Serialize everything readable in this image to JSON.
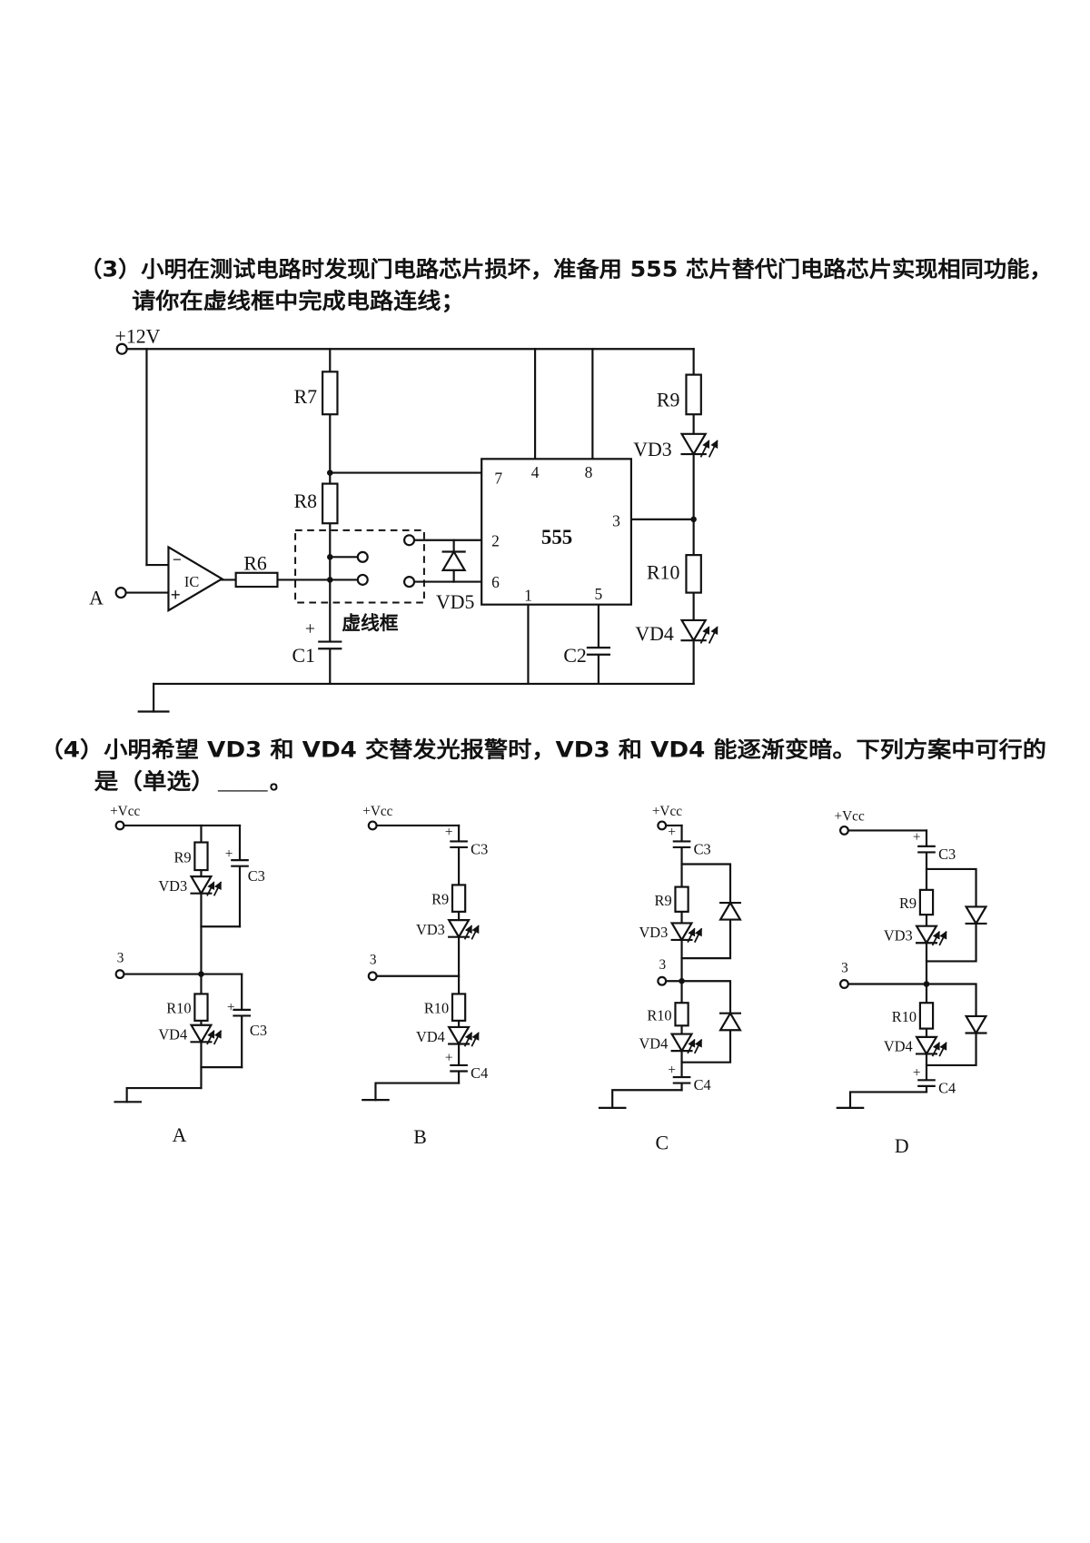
{
  "q3": {
    "line1": "（3）小明在测试电路时发现门电路芯片损坏，准备用 555 芯片替代门电路芯片实现相同功能，",
    "line2": "请你在虚线框中完成电路连线；"
  },
  "circuit": {
    "supply": "+12V",
    "input": "A",
    "opamp": "IC",
    "opamp_minus": "−",
    "opamp_plus": "+",
    "r6": "R6",
    "r7": "R7",
    "r8": "R8",
    "r9": "R9",
    "r10": "R10",
    "c1": "C1",
    "c1_plus": "+",
    "c2": "C2",
    "vd3": "VD3",
    "vd4": "VD4",
    "vd5": "VD5",
    "dashed_box": "虚线框",
    "chip": "555",
    "pins": {
      "p7": "7",
      "p4": "4",
      "p8": "8",
      "p2": "2",
      "p3": "3",
      "p6": "6",
      "p1": "1",
      "p5": "5"
    }
  },
  "q4": {
    "line1": "（4）小明希望 VD3 和 VD4 交替发光报警时，VD3 和 VD4 能逐渐变暗。下列方案中可行的",
    "line2": "是（单选）",
    "blank": "____",
    "end": "。"
  },
  "options": [
    {
      "label": "A",
      "vcc": "+Vcc",
      "terminal": "3",
      "r_top": "R9",
      "led_top": "VD3",
      "r_bot": "R10",
      "led_bot": "VD4",
      "cap_top": "C3",
      "cap_bot": "C3",
      "plus": "+"
    },
    {
      "label": "B",
      "vcc": "+Vcc",
      "terminal": "3",
      "r_top": "R9",
      "led_top": "VD3",
      "r_bot": "R10",
      "led_bot": "VD4",
      "cap_top": "C3",
      "cap_bot": "C4",
      "plus": "+"
    },
    {
      "label": "C",
      "vcc": "+Vcc",
      "terminal": "3",
      "r_top": "R9",
      "led_top": "VD3",
      "r_bot": "R10",
      "led_bot": "VD4",
      "cap_top": "C3",
      "cap_bot": "C4",
      "plus": "+"
    },
    {
      "label": "D",
      "vcc": "+Vcc",
      "terminal": "3",
      "r_top": "R9",
      "led_top": "VD3",
      "r_bot": "R10",
      "led_bot": "VD4",
      "cap_top": "C3",
      "cap_bot": "C4",
      "plus": "+"
    }
  ]
}
